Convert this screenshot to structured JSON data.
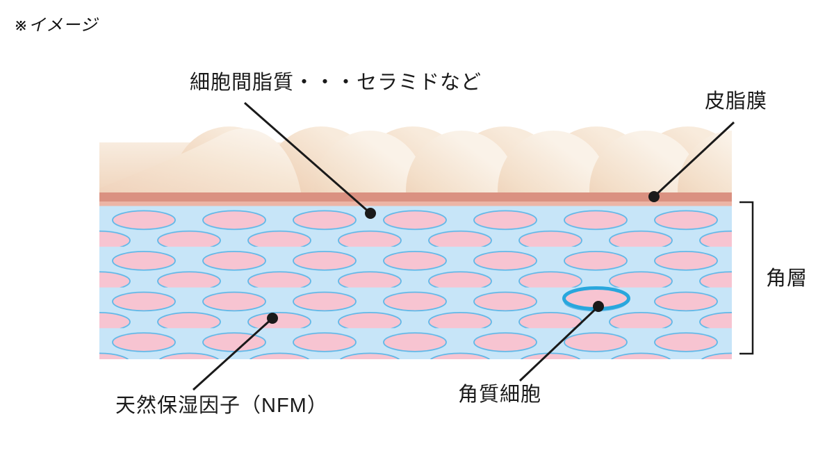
{
  "disclaimer": "※イメージ",
  "labels": {
    "intercellular_lipids": "細胞間脂質・・・セラミドなど",
    "sebum_film": "皮脂膜",
    "stratum_corneum": "角層",
    "nmf": "天然保湿因子（NFM）",
    "corneocyte": "角質細胞"
  },
  "colors": {
    "sebum_dark": "#DA9181",
    "sebum_light": "#ECB5A6",
    "stratum_bg": "#C7E5F8",
    "cell_fill": "#F7C4D1",
    "cell_outline": "#5FB8E8",
    "highlight_blue": "#29A7DD",
    "line_black": "#1A1A1A",
    "mound_light": "#FAF2E8",
    "mound_shade": "#E8BFA2"
  }
}
